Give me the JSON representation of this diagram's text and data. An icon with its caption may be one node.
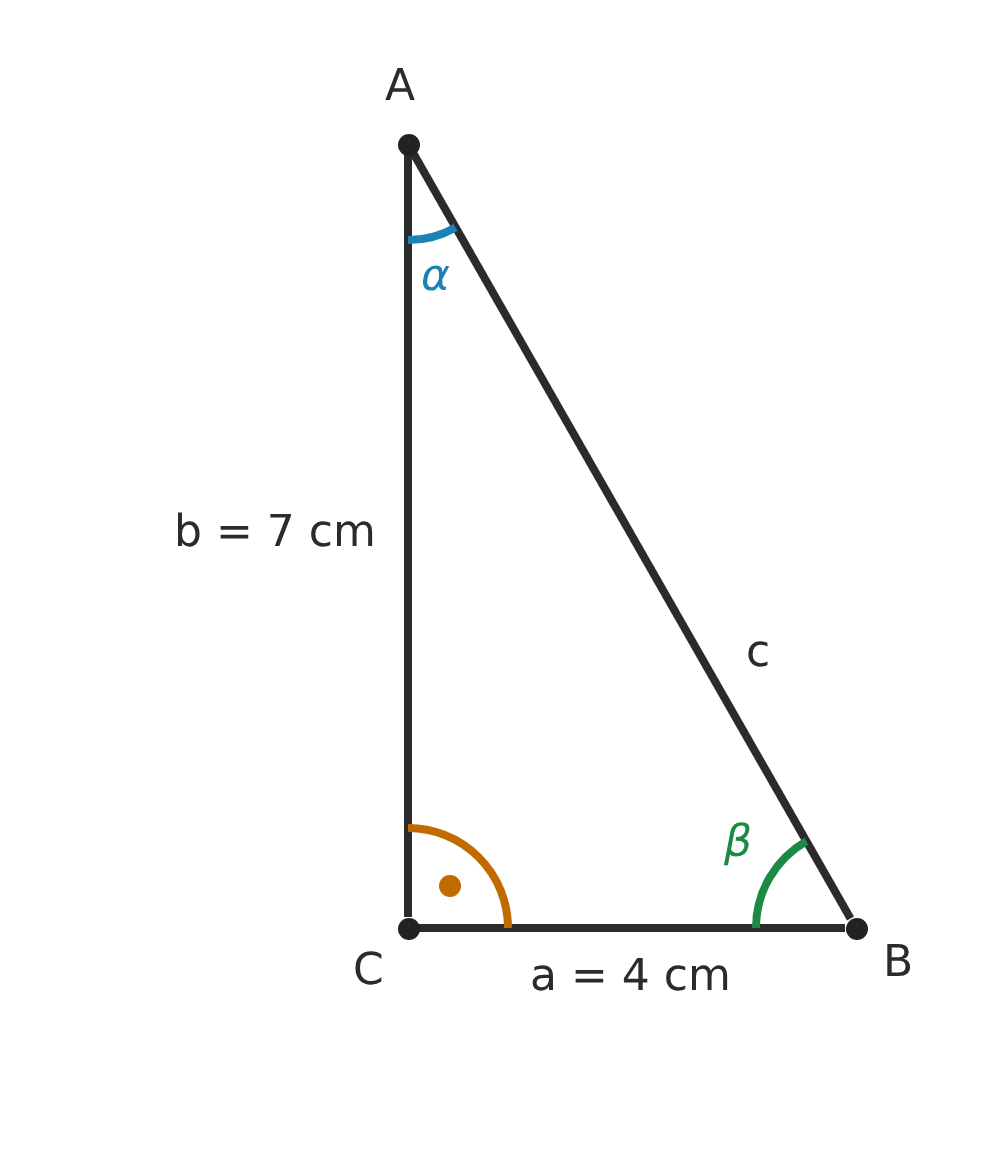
{
  "diagram": {
    "nodes": [
      {
        "text": [],
        "shape": "circle",
        "beside": [
          "A"
        ]
      },
      {
        "text": [],
        "shape": "circle",
        "beside": [
          "B"
        ]
      },
      {
        "text": [],
        "shape": "circle",
        "beside": [
          "C"
        ]
      }
    ],
    "edges": [
      {
        "from": 2,
        "to": 0,
        "arrow": "none",
        "label": "b = 7 cm"
      },
      {
        "from": 0,
        "to": 1,
        "arrow": "none",
        "label": "c"
      },
      {
        "from": 2,
        "to": 1,
        "arrow": "none",
        "label": "a = 4 cm"
      }
    ],
    "labels": [
      "α",
      "β"
    ]
  }
}
